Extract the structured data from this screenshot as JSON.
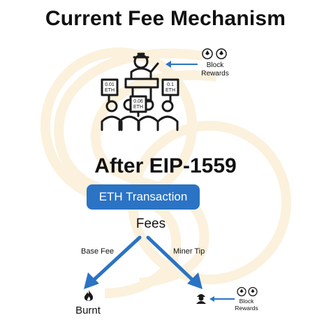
{
  "titles": {
    "top": "Current Fee Mechanism",
    "bottom": "After EIP-1559"
  },
  "current": {
    "block_rewards": "Block\nRewards",
    "bid_signs": [
      "0.01\nETH",
      "0.06\nETH",
      "0.1\nETH"
    ]
  },
  "eip1559": {
    "transaction_label": "ETH Transaction",
    "fees_label": "Fees",
    "base_fee_label": "Base Fee",
    "miner_tip_label": "Miner Tip",
    "burnt_label": "Burnt",
    "block_rewards": "Block\nRewards"
  },
  "colors": {
    "arrow_blue": "#2b73c4",
    "watermark": "#fbf2df"
  },
  "icons": [
    "eth-coin-icon",
    "miner-icon",
    "crowd-icon",
    "fire-icon"
  ]
}
